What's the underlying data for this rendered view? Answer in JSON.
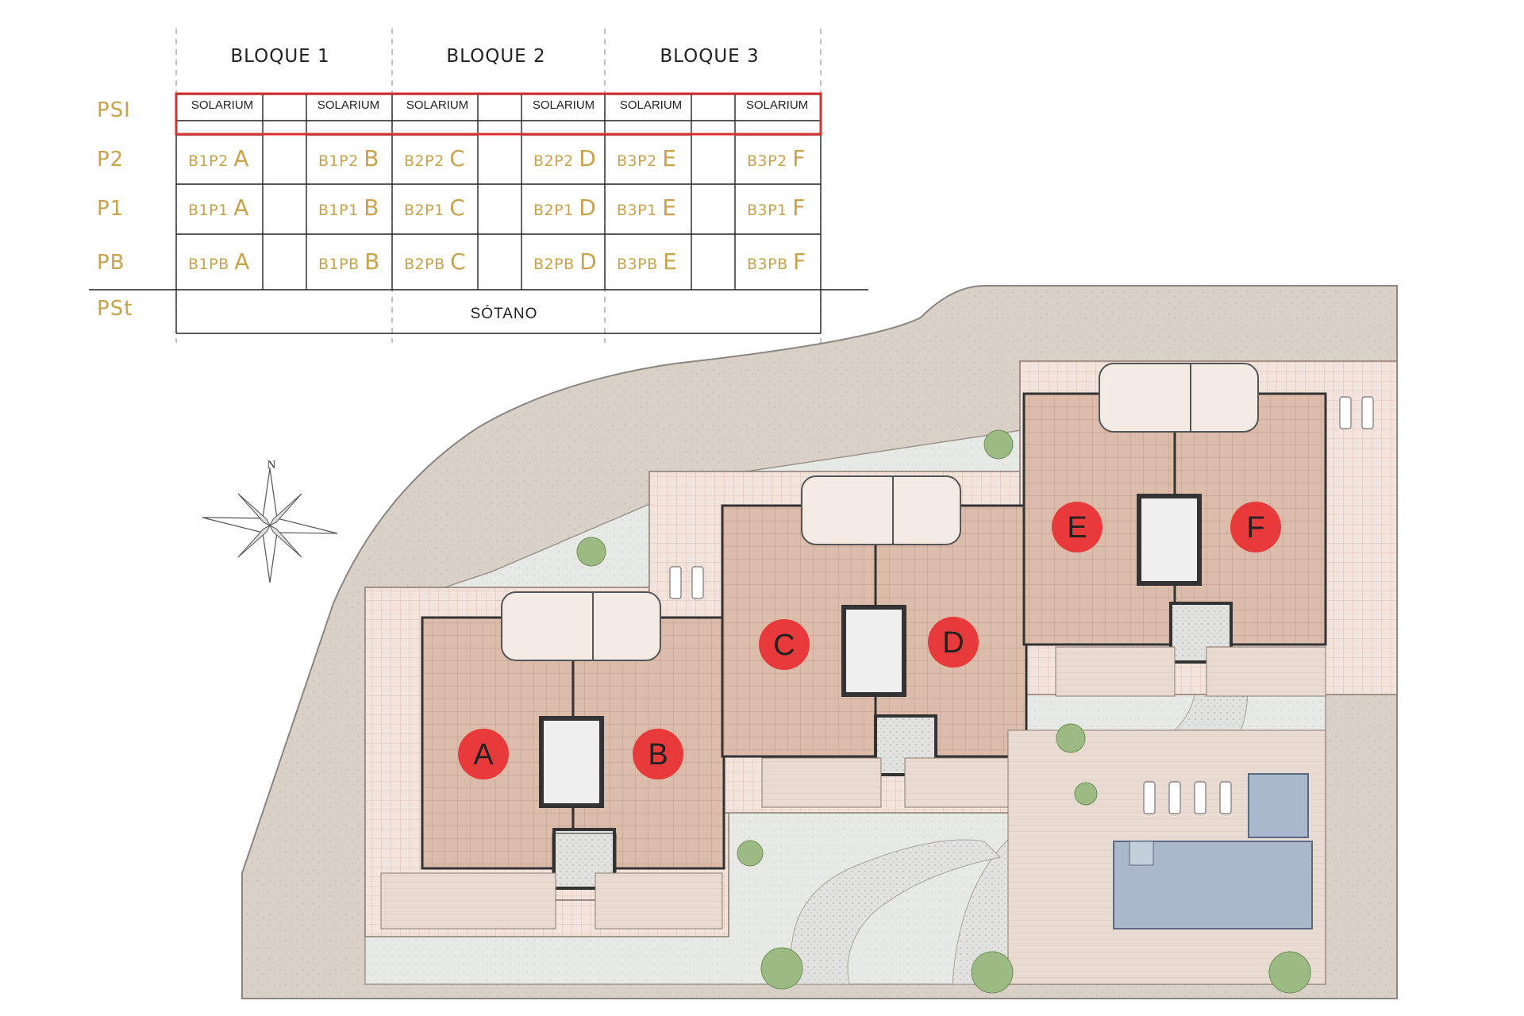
{
  "bloques": [
    "BLOQUE 1",
    "BLOQUE 2",
    "BLOQUE 3"
  ],
  "floors": [
    "PSI",
    "P2",
    "P1",
    "PB",
    "PSt"
  ],
  "solarium_label": "SOLARIUM",
  "units": {
    "P2": [
      {
        "code": "B1P2",
        "letter": "A"
      },
      {
        "code": "B1P2",
        "letter": "B"
      },
      {
        "code": "B2P2",
        "letter": "C"
      },
      {
        "code": "B2P2",
        "letter": "D"
      },
      {
        "code": "B3P2",
        "letter": "E"
      },
      {
        "code": "B3P2",
        "letter": "F"
      }
    ],
    "P1": [
      {
        "code": "B1P1",
        "letter": "A"
      },
      {
        "code": "B1P1",
        "letter": "B"
      },
      {
        "code": "B2P1",
        "letter": "C"
      },
      {
        "code": "B2P1",
        "letter": "D"
      },
      {
        "code": "B3P1",
        "letter": "E"
      },
      {
        "code": "B3P1",
        "letter": "F"
      }
    ],
    "PB": [
      {
        "code": "B1PB",
        "letter": "A"
      },
      {
        "code": "B1PB",
        "letter": "B"
      },
      {
        "code": "B2PB",
        "letter": "C"
      },
      {
        "code": "B2PB",
        "letter": "D"
      },
      {
        "code": "B3PB",
        "letter": "E"
      },
      {
        "code": "B3PB",
        "letter": "F"
      }
    ]
  },
  "sotano_label": "SÓTANO",
  "compass_label": "N",
  "plan_markers": [
    "A",
    "B",
    "C",
    "D",
    "E",
    "F"
  ],
  "colors": {
    "gold": "#c9a24a",
    "highlight": "#d83030",
    "marker": "#e83a3a",
    "terrace": "#d9b8a8",
    "pavement": "#d8cfc6",
    "pool": "#aab8cc"
  }
}
